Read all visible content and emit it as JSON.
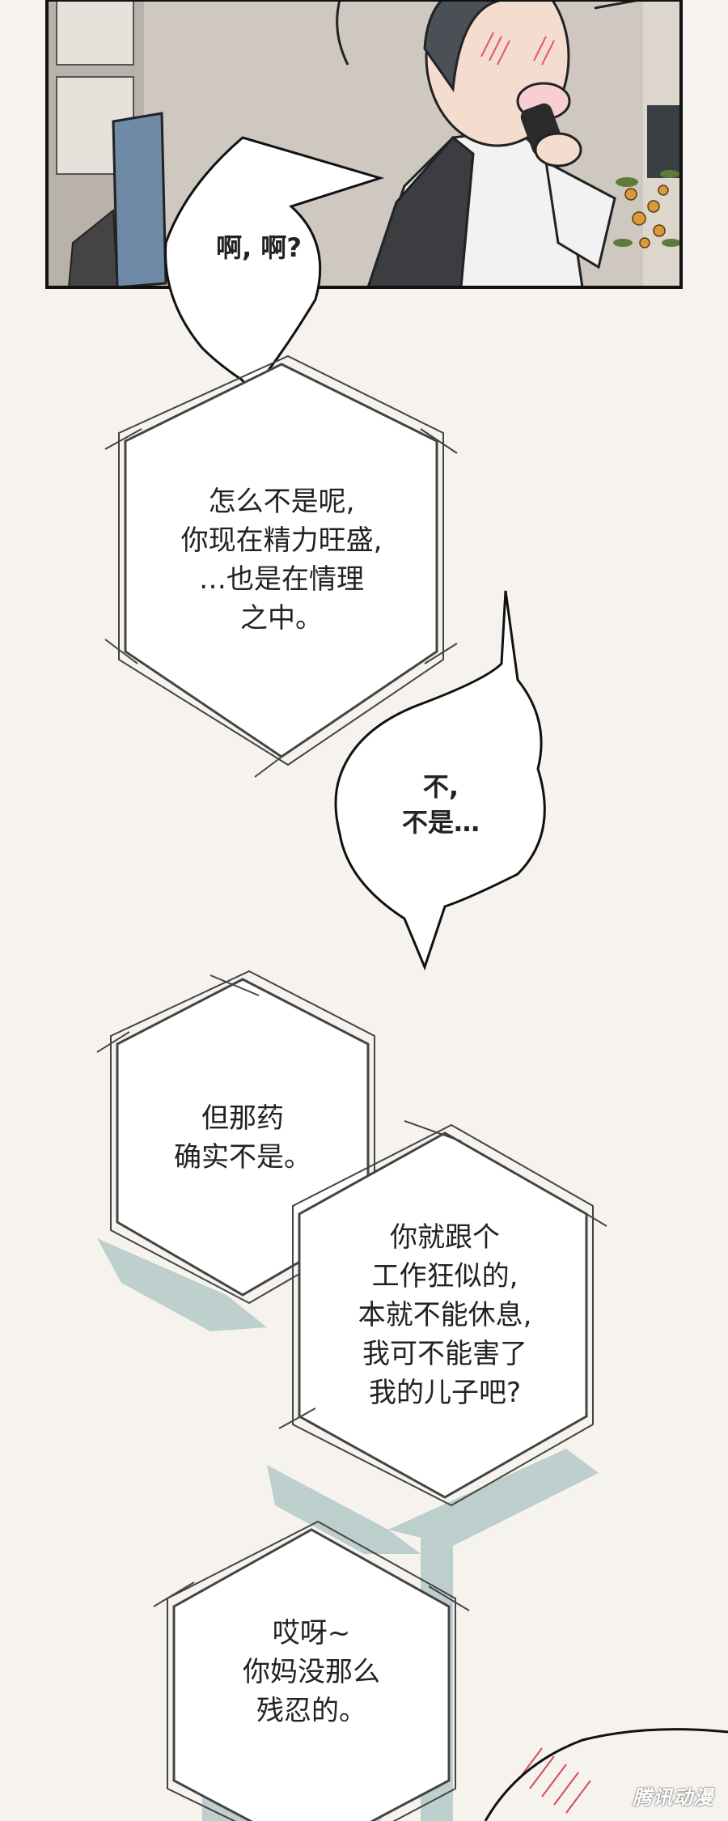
{
  "bubbles": {
    "speech_1": "啊, 啊?",
    "narration_1": "怎么不是呢,\n你现在精力旺盛,\n…也是在情理\n之中。",
    "speech_2": "不,\n不是…",
    "narration_2": "但那药\n确实不是。",
    "narration_3": "你就跟个\n工作狂似的,\n本就不能休息,\n我可不能害了\n我的儿子吧?",
    "narration_4": "哎呀~\n你妈没那么\n残忍的。"
  },
  "watermark": "腾讯动漫",
  "colors": {
    "background": "#f6f3ee",
    "ink": "#222222",
    "teal_shadow": "#8fb3b3"
  }
}
